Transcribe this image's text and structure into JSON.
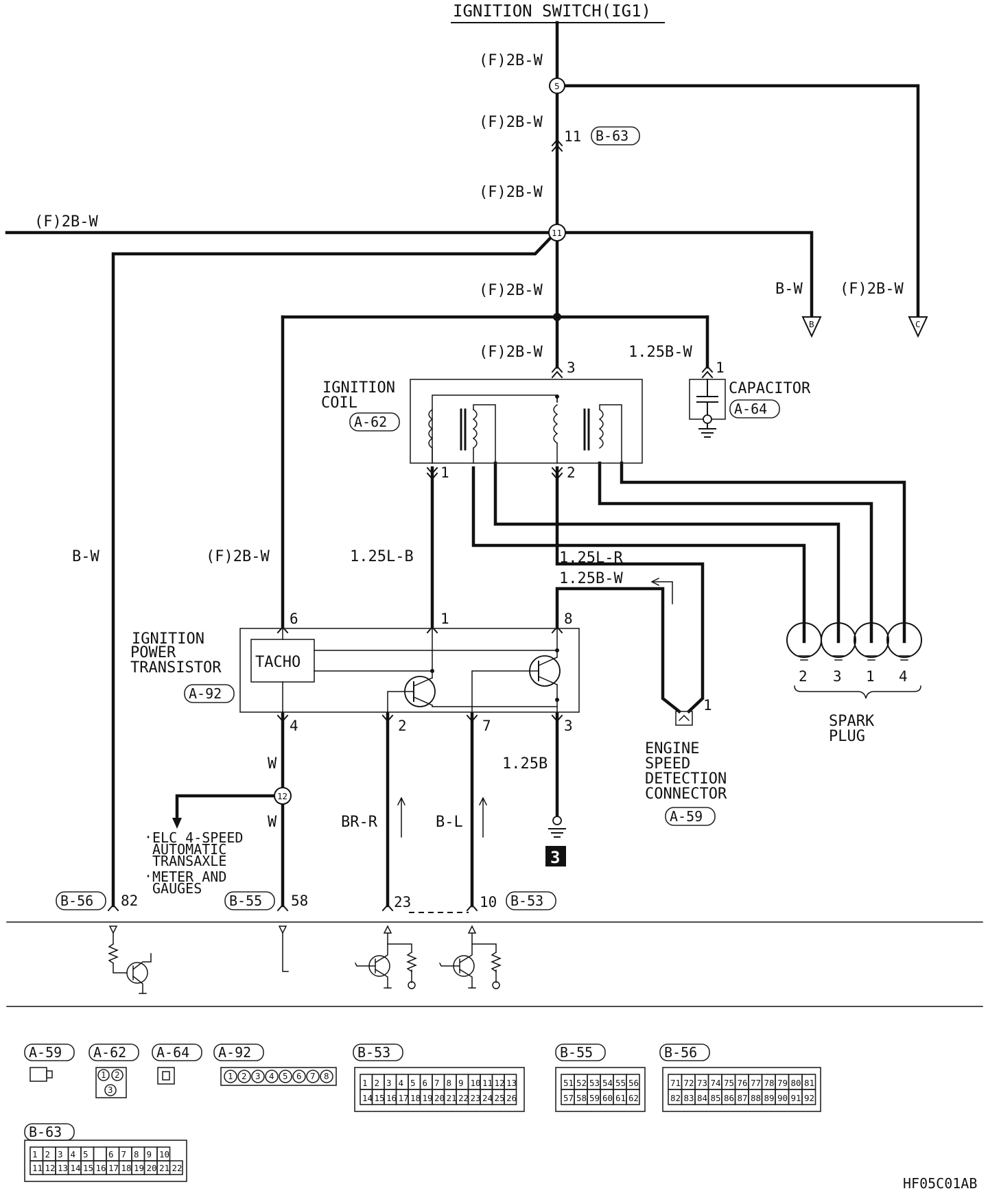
{
  "title": "IGNITION SWITCH(IG1)",
  "footer_code": "HF05C01AB",
  "wire_labels": {
    "f2bw": "(F)2B-W",
    "bw": "B-W",
    "bw125": "1.25B-W",
    "lb125": "1.25L-B",
    "lr125": "1.25L-R",
    "b125": "1.25B",
    "w": "W",
    "brr": "BR-R",
    "bl": "B-L"
  },
  "junctions": {
    "j5": "5",
    "j11": "11",
    "j12": "12"
  },
  "connectors": {
    "b63": "B-63",
    "a62": "A-62",
    "a64": "A-64",
    "a92": "A-92",
    "a59": "A-59",
    "b56": "B-56",
    "b55": "B-55",
    "b53": "B-53"
  },
  "components": {
    "ignition_coil": [
      "IGNITION",
      "COIL"
    ],
    "capacitor": "CAPACITOR",
    "power_transistor": [
      "IGNITION",
      "POWER",
      "TRANSISTOR"
    ],
    "tacho": "TACHO",
    "esd_connector": [
      "ENGINE",
      "SPEED",
      "DETECTION",
      "CONNECTOR"
    ],
    "spark_plug": [
      "SPARK",
      "PLUG"
    ],
    "ground_ref": "3"
  },
  "destinations": {
    "item1": [
      "ELC 4-SPEED",
      "AUTOMATIC",
      "TRANSAXLE"
    ],
    "item2": [
      "METER AND",
      "GAUGES"
    ],
    "off_b": "B",
    "off_c": "C"
  },
  "pins": {
    "b63": "11",
    "coil_in": "3",
    "coil_out1": "1",
    "coil_out2": "2",
    "cap": "1",
    "tr6": "6",
    "tr1": "1",
    "tr8": "8",
    "tr4": "4",
    "tr2": "2",
    "tr7": "7",
    "tr3": "3",
    "esd": "1",
    "b56": "82",
    "b55": "58",
    "b53a": "23",
    "b53b": "10"
  },
  "spark_plugs": [
    "2",
    "3",
    "1",
    "4"
  ],
  "legend": {
    "a59": "A-59",
    "a62": "A-62",
    "a64": "A-64",
    "a92": "A-92",
    "b53": "B-53",
    "b55": "B-55",
    "b56": "B-56",
    "b63": "B-63",
    "a62_pins": [
      "1",
      "2",
      "3"
    ],
    "a92_pins": [
      "1",
      "2",
      "3",
      "4",
      "5",
      "6",
      "7",
      "8"
    ],
    "b53_row1": [
      "1",
      "2",
      "3",
      "4",
      "5",
      "6",
      "7",
      "8",
      "9",
      "10",
      "11",
      "12",
      "13"
    ],
    "b53_row2": [
      "14",
      "15",
      "16",
      "17",
      "18",
      "19",
      "20",
      "21",
      "22",
      "23",
      "24",
      "25",
      "26"
    ],
    "b55_row1": [
      "51",
      "52",
      "53",
      "54",
      "55",
      "56"
    ],
    "b55_row2": [
      "57",
      "58",
      "59",
      "60",
      "61",
      "62"
    ],
    "b56_row1": [
      "71",
      "72",
      "73",
      "74",
      "75",
      "76",
      "77",
      "78",
      "79",
      "80",
      "81"
    ],
    "b56_row2": [
      "82",
      "83",
      "84",
      "85",
      "86",
      "87",
      "88",
      "89",
      "90",
      "91",
      "92"
    ],
    "b63_row1": [
      "1",
      "2",
      "3",
      "4",
      "5",
      "",
      "6",
      "7",
      "8",
      "9",
      "10"
    ],
    "b63_row2": [
      "11",
      "12",
      "13",
      "14",
      "15",
      "16",
      "17",
      "18",
      "19",
      "20",
      "21",
      "22"
    ]
  }
}
